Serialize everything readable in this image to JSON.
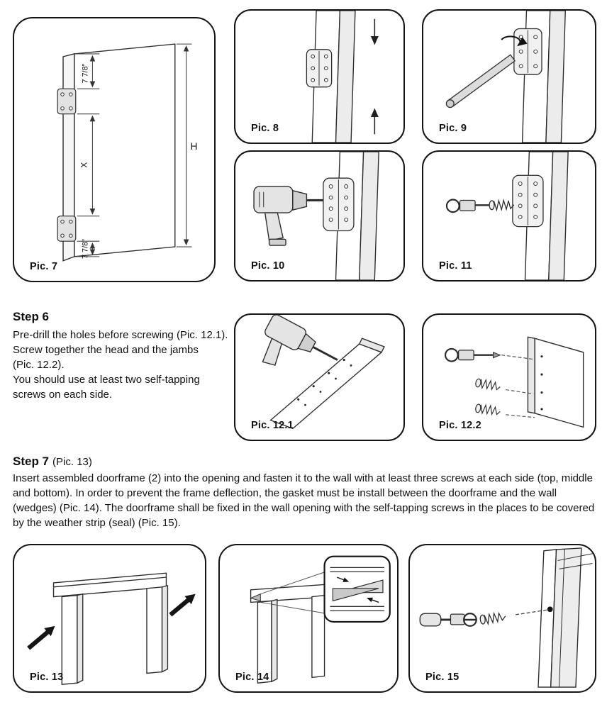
{
  "panels": {
    "pic7": {
      "label": "Pic. 7",
      "dim_top": "7 7/8\"",
      "dim_middle": "X",
      "dim_bottom": "7 7/8\"",
      "dim_height": "H"
    },
    "pic8": {
      "label": "Pic. 8"
    },
    "pic9": {
      "label": "Pic. 9"
    },
    "pic10": {
      "label": "Pic. 10"
    },
    "pic11": {
      "label": "Pic. 11"
    },
    "pic12_1": {
      "label": "Pic. 12.1"
    },
    "pic12_2": {
      "label": "Pic. 12.2"
    },
    "pic13": {
      "label": "Pic. 13"
    },
    "pic14": {
      "label": "Pic. 14"
    },
    "pic15": {
      "label": "Pic. 15"
    }
  },
  "step6": {
    "heading": "Step 6",
    "lines": [
      "Pre-drill the holes before screwing (Pic. 12.1).",
      "Screw together the head and the jambs",
      "(Pic. 12.2).",
      "You should use at least two self-tapping",
      "screws on each side."
    ]
  },
  "step7": {
    "heading": "Step 7",
    "heading_ref": "(Pic. 13)",
    "body": "Insert assembled doorframe (2) into the opening and fasten it to the wall with at least three screws at each side (top, middle and bottom). In order to prevent the frame deflection, the gasket must be install between the doorframe and the wall (wedges) (Pic. 14). The doorframe shall be fixed in the wall opening with the self-tapping screws in the places to be covered by the weather strip (seal) (Pic. 15)."
  }
}
